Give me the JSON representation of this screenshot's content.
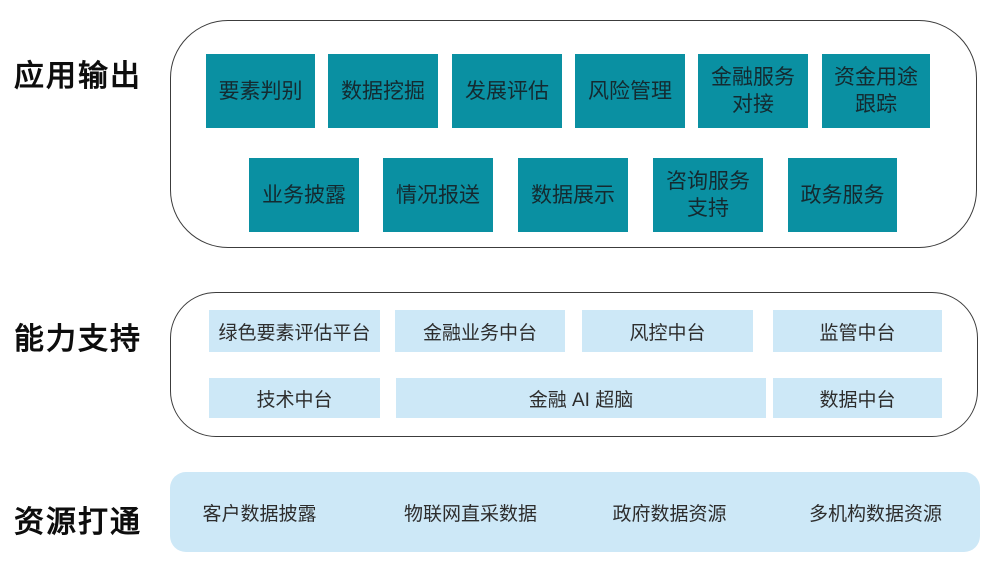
{
  "colors": {
    "teal": "#0a90a2",
    "light_blue": "#cde8f7",
    "panel_border": "#3c3c3c",
    "teal_box_text": "#142a30",
    "blue_box_text": "#2d2d2d",
    "label_text": "#0d0d0d"
  },
  "sections": {
    "app_output": {
      "label": "应用输出",
      "row1": [
        {
          "label": "要素判别"
        },
        {
          "label": "数据挖掘"
        },
        {
          "label": "发展评估"
        },
        {
          "label": "风险管理"
        },
        {
          "label": "金融服务\n对接"
        },
        {
          "label": "资金用途\n跟踪"
        }
      ],
      "row2": [
        {
          "label": "业务披露"
        },
        {
          "label": "情况报送"
        },
        {
          "label": "数据展示"
        },
        {
          "label": "咨询服务\n支持"
        },
        {
          "label": "政务服务"
        }
      ]
    },
    "capability": {
      "label": "能力支持",
      "row1": [
        "绿色要素评估平台",
        "金融业务中台",
        "风控中台",
        "监管中台"
      ],
      "row2": [
        "技术中台",
        "金融 AI 超脑",
        "数据中台"
      ]
    },
    "resources": {
      "label": "资源打通",
      "items": [
        "客户数据披露",
        "物联网直采数据",
        "政府数据资源",
        "多机构数据资源"
      ]
    }
  }
}
